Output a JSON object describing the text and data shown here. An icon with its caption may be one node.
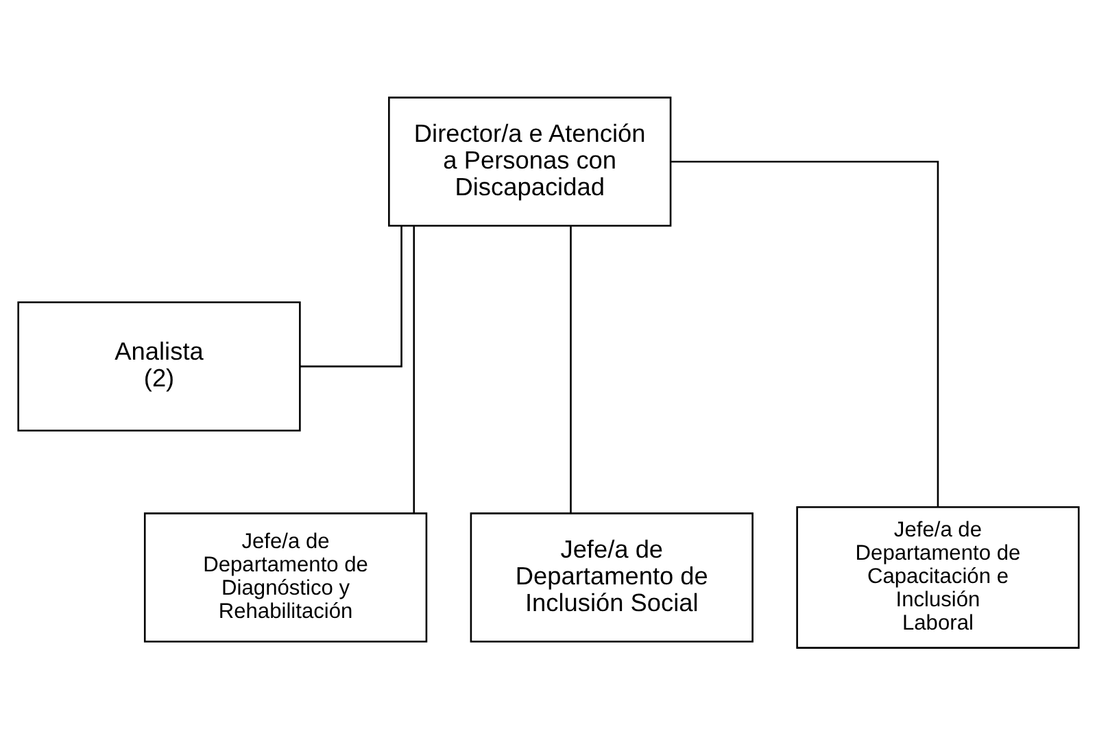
{
  "diagram": {
    "nodes": [
      {
        "text": [
          "Director/a e Atención a Personas con Discapacidad"
        ]
      },
      {
        "text": [
          "Analista (2)"
        ]
      },
      {
        "text": [
          "Jefe/a de Departamento de Diagnóstico y Rehabilitación"
        ]
      },
      {
        "text": [
          "Jefe/a de Departamento de Inclusión Social"
        ]
      },
      {
        "text": [
          "Jefe/a de Departamento de Capacitación e Inclusión Laboral"
        ]
      }
    ],
    "edges": [
      {
        "from": 0,
        "to": 1,
        "arrow": "none"
      },
      {
        "from": 0,
        "to": 2,
        "arrow": "none"
      },
      {
        "from": 0,
        "to": 3,
        "arrow": "none"
      },
      {
        "from": 0,
        "to": 4,
        "arrow": "none"
      }
    ]
  }
}
